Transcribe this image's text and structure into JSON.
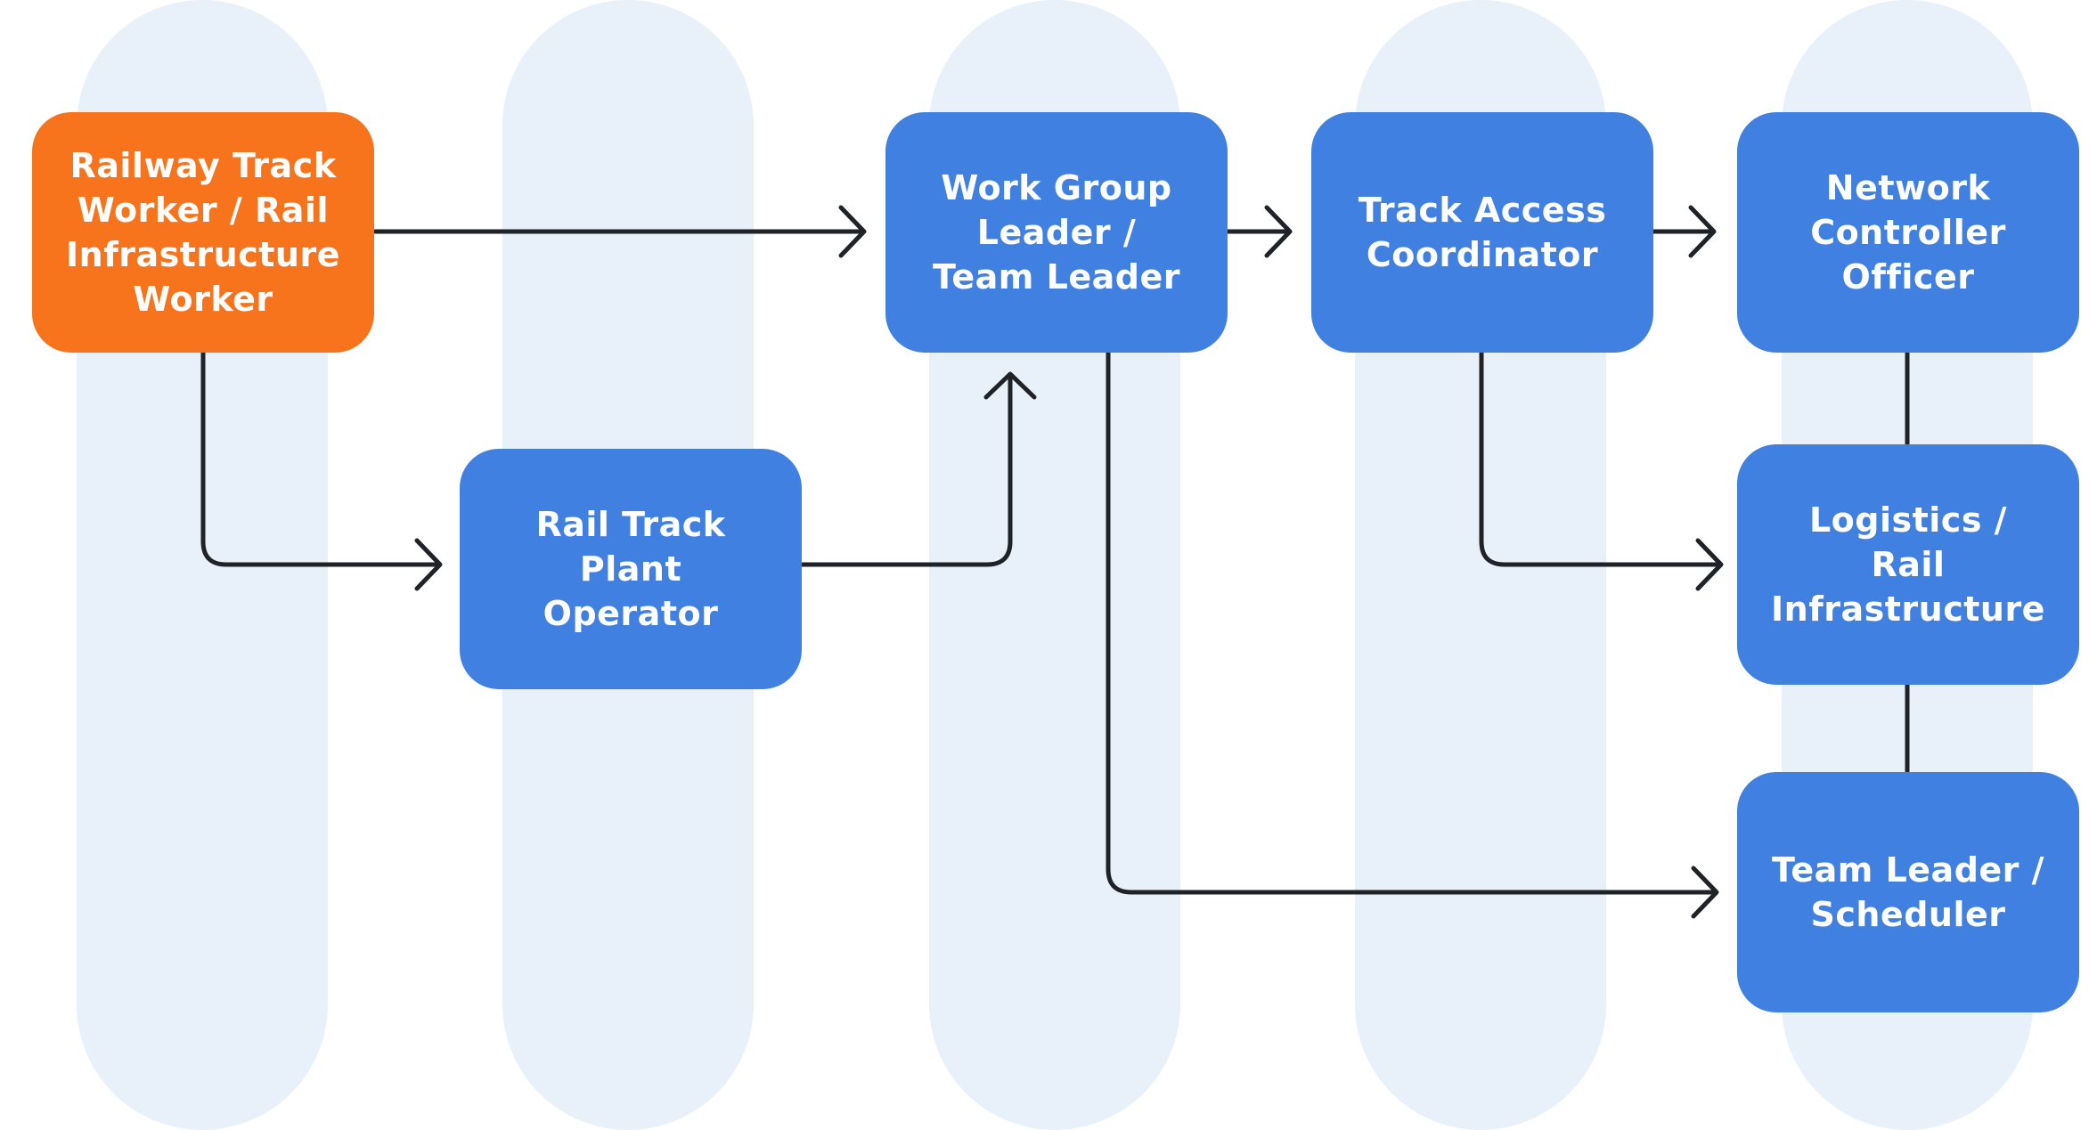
{
  "colors": {
    "lane": "#e8f0fa",
    "node_primary": "#3f80e0",
    "node_start": "#f7731c",
    "connector": "#1f2328",
    "text": "#ffffff"
  },
  "nodes": {
    "railway_track_worker": "Railway Track\nWorker / Rail\nInfrastructure\nWorker",
    "rail_track_plant_operator": "Rail Track\nPlant Operator",
    "work_group_leader": "Work Group\nLeader /\nTeam Leader",
    "track_access_coordinator": "Track Access\nCoordinator",
    "network_controller_officer": "Network\nController\nOfficer",
    "logistics_rail_infrastructure": "Logistics /\nRail\nInfrastructure",
    "team_leader_scheduler": "Team Leader /\nScheduler"
  },
  "edges": [
    {
      "from": "Railway Track Worker / Rail Infrastructure Worker",
      "to": "Work Group Leader / Team Leader",
      "arrow": true
    },
    {
      "from": "Railway Track Worker / Rail Infrastructure Worker",
      "to": "Rail Track Plant Operator",
      "arrow": true
    },
    {
      "from": "Rail Track Plant Operator",
      "to": "Work Group Leader / Team Leader",
      "arrow": true
    },
    {
      "from": "Work Group Leader / Team Leader",
      "to": "Track Access Coordinator",
      "arrow": true
    },
    {
      "from": "Work Group Leader / Team Leader",
      "to": "Team Leader / Scheduler",
      "arrow": true
    },
    {
      "from": "Track Access Coordinator",
      "to": "Network Controller Officer",
      "arrow": true
    },
    {
      "from": "Track Access Coordinator",
      "to": "Logistics / Rail Infrastructure",
      "arrow": true
    },
    {
      "from": "Network Controller Officer",
      "to": "Logistics / Rail Infrastructure",
      "arrow": false
    },
    {
      "from": "Logistics / Rail Infrastructure",
      "to": "Team Leader / Scheduler",
      "arrow": false
    }
  ]
}
